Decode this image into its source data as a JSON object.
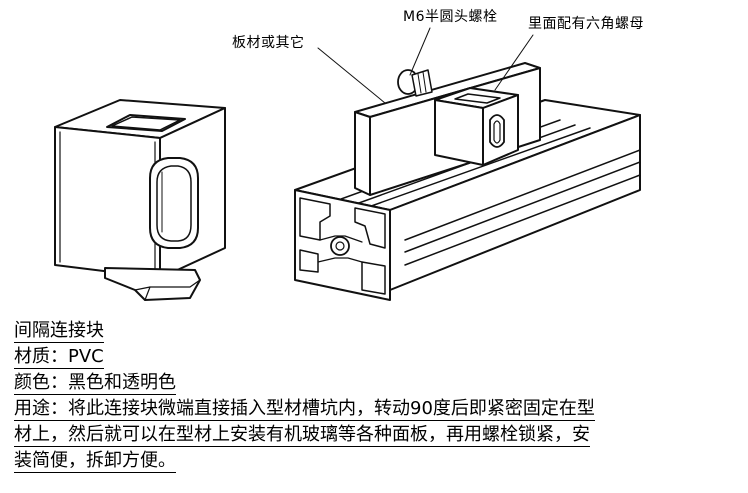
{
  "callouts": {
    "plate": "板材或其它",
    "bolt": "M6半圆头螺栓",
    "nut": "里面配有六角螺母"
  },
  "text": {
    "title": "间隔连接块",
    "material": "材质：PVC",
    "color": "颜色：黑色和透明色",
    "usage_line1": "用途：将此连接块微端直接插入型材槽坑内，转动90度后即紧密固定在型",
    "usage_line2": "材上，然后就可以在型材上安装有机玻璃等各种面板，再用螺栓锁紧，安",
    "usage_line3": "装简便，拆卸方便。"
  }
}
